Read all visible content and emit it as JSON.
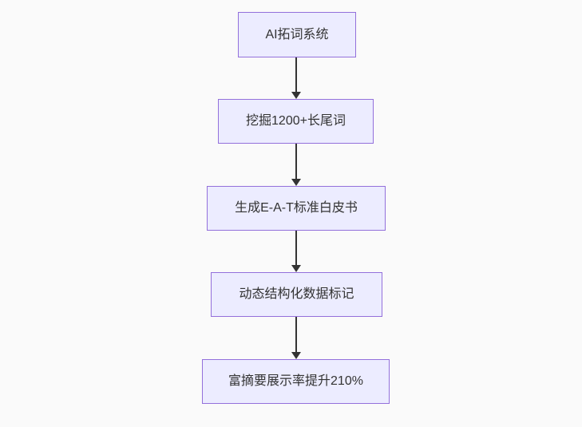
{
  "flowchart": {
    "direction": "top-down",
    "theme": {
      "canvas_bg": "#fafafa",
      "node_fill": "#ECECFF",
      "node_border": "#9370DB",
      "text_color": "#333333",
      "arrow_color": "#333333"
    },
    "nodes": [
      {
        "label": "AI拓词系统"
      },
      {
        "label": "挖掘1200+长尾词"
      },
      {
        "label": "生成E-A-T标准白皮书"
      },
      {
        "label": "动态结构化数据标记"
      },
      {
        "label": "富摘要展示率提升210%"
      }
    ],
    "edges": [
      {
        "from": 0,
        "to": 1
      },
      {
        "from": 1,
        "to": 2
      },
      {
        "from": 2,
        "to": 3
      },
      {
        "from": 3,
        "to": 4
      }
    ]
  }
}
